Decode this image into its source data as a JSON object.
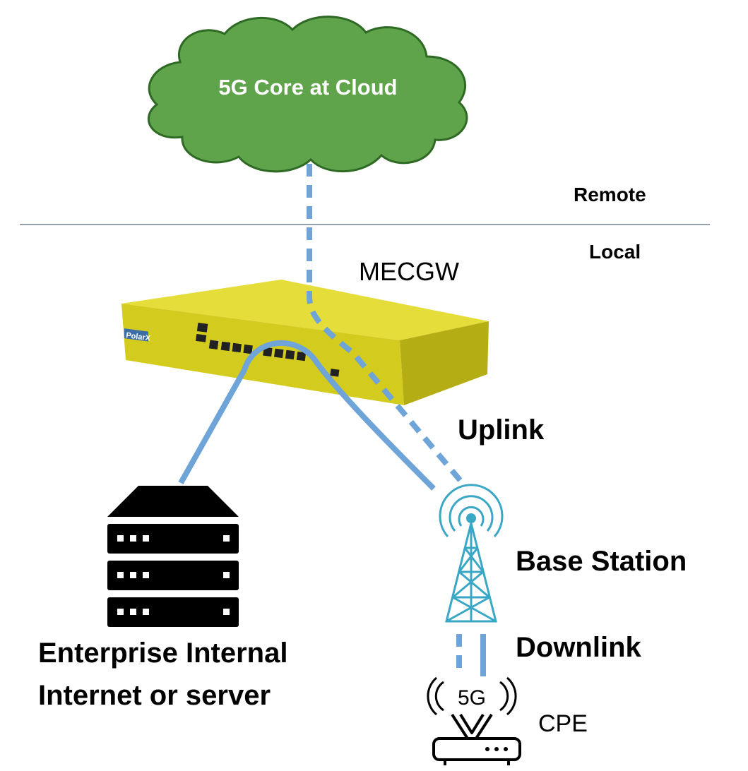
{
  "colors": {
    "link": "#6fa4d8",
    "cloud_fill": "#5fa34a",
    "cloud_dark": "#2f6a25",
    "device_body": "#d4cb1f",
    "device_top": "#e4dd3a",
    "tower": "#3aa7c6",
    "separator": "#6f8290",
    "server": "#000000"
  },
  "cloud": {
    "label": "5G Core at Cloud",
    "icon": "cloud-icon"
  },
  "zones": {
    "remote_label": "Remote",
    "local_label": "Local"
  },
  "gateway": {
    "label": "MECGW",
    "brand": "PolarX",
    "icon": "gateway-appliance-icon"
  },
  "links": {
    "uplink_label": "Uplink",
    "downlink_label": "Downlink"
  },
  "base_station": {
    "label": "Base Station",
    "icon": "cell-tower-icon"
  },
  "server": {
    "line1": "Enterprise Internal",
    "line2": "Internet or server",
    "icon": "server-rack-icon"
  },
  "cpe": {
    "label": "CPE",
    "badge": "5G",
    "icon": "router-5g-icon"
  }
}
